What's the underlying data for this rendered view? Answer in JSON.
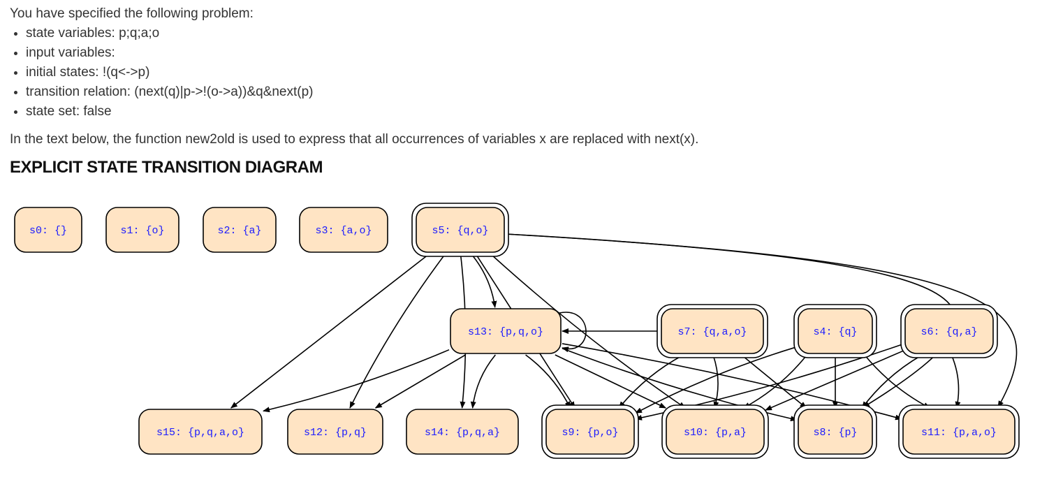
{
  "intro": "You have specified the following problem:",
  "problem": [
    "state variables: p;q;a;o",
    "input variables:",
    "initial states: !(q<->p)",
    "transition relation: (next(q)|p->!(o->a))&q&next(p)",
    "state set: false"
  ],
  "explanation": "In the text below, the function new2old is used to express that all occurrences of variables x are replaced with next(x).",
  "section_heading": "EXPLICIT STATE TRANSITION DIAGRAM",
  "colors": {
    "node_fill": "#ffe4c4",
    "node_stroke": "#000000",
    "label_text": "#1a1aff",
    "edge": "#000000"
  },
  "states": [
    {
      "id": "s0",
      "label": "s0: {}",
      "initial": false
    },
    {
      "id": "s1",
      "label": "s1: {o}",
      "initial": false
    },
    {
      "id": "s2",
      "label": "s2: {a}",
      "initial": false
    },
    {
      "id": "s3",
      "label": "s3: {a,o}",
      "initial": false
    },
    {
      "id": "s5",
      "label": "s5: {q,o}",
      "initial": true
    },
    {
      "id": "s13",
      "label": "s13: {p,q,o}",
      "initial": false
    },
    {
      "id": "s7",
      "label": "s7: {q,a,o}",
      "initial": true
    },
    {
      "id": "s4",
      "label": "s4: {q}",
      "initial": true
    },
    {
      "id": "s6",
      "label": "s6: {q,a}",
      "initial": true
    },
    {
      "id": "s15",
      "label": "s15: {p,q,a,o}",
      "initial": false
    },
    {
      "id": "s12",
      "label": "s12: {p,q}",
      "initial": false
    },
    {
      "id": "s14",
      "label": "s14: {p,q,a}",
      "initial": false
    },
    {
      "id": "s9",
      "label": "s9: {p,o}",
      "initial": true
    },
    {
      "id": "s10",
      "label": "s10: {p,a}",
      "initial": true
    },
    {
      "id": "s8",
      "label": "s8: {p}",
      "initial": true
    },
    {
      "id": "s11",
      "label": "s11: {p,a,o}",
      "initial": true
    }
  ],
  "transitions": [
    [
      "s5",
      "s13"
    ],
    [
      "s5",
      "s15"
    ],
    [
      "s5",
      "s12"
    ],
    [
      "s5",
      "s14"
    ],
    [
      "s5",
      "s9"
    ],
    [
      "s5",
      "s10"
    ],
    [
      "s5",
      "s8"
    ],
    [
      "s5",
      "s11"
    ],
    [
      "s13",
      "s13"
    ],
    [
      "s13",
      "s15"
    ],
    [
      "s13",
      "s12"
    ],
    [
      "s13",
      "s14"
    ],
    [
      "s13",
      "s9"
    ],
    [
      "s13",
      "s10"
    ],
    [
      "s13",
      "s8"
    ],
    [
      "s13",
      "s11"
    ],
    [
      "s7",
      "s13"
    ],
    [
      "s7",
      "s9"
    ],
    [
      "s7",
      "s10"
    ],
    [
      "s7",
      "s8"
    ],
    [
      "s4",
      "s9"
    ],
    [
      "s4",
      "s10"
    ],
    [
      "s4",
      "s8"
    ],
    [
      "s4",
      "s11"
    ],
    [
      "s6",
      "s9"
    ],
    [
      "s6",
      "s10"
    ],
    [
      "s6",
      "s8"
    ],
    [
      "s6",
      "s11"
    ]
  ]
}
